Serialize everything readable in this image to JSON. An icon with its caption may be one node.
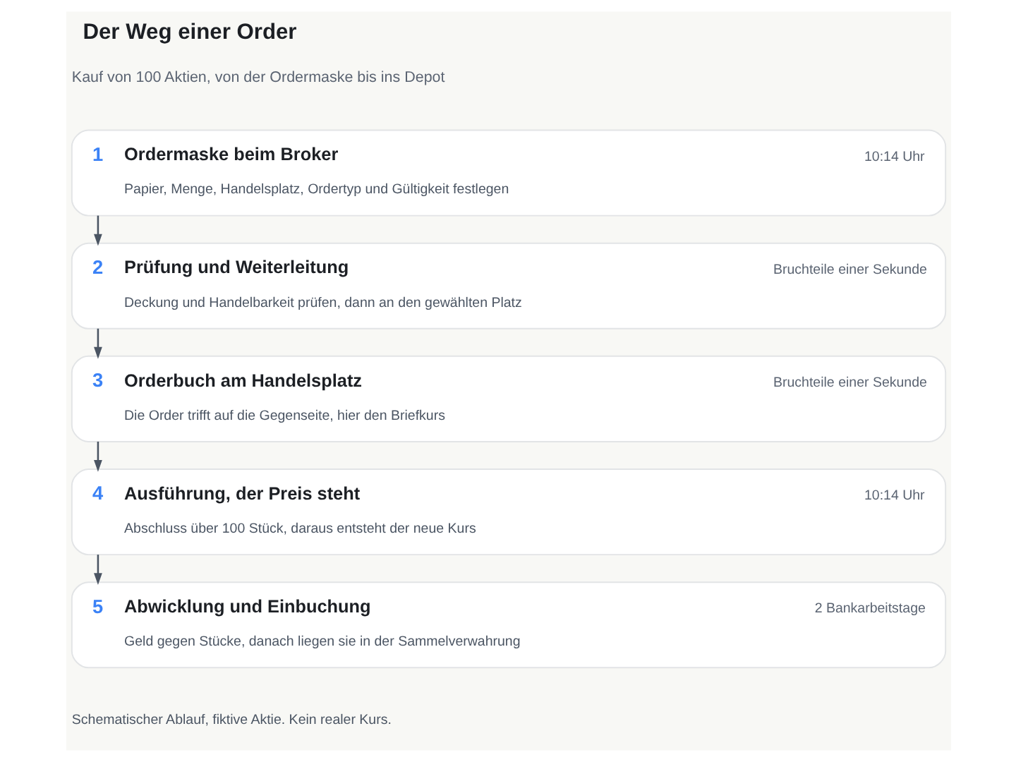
{
  "diagram": {
    "title": "Der Weg einer Order",
    "nodes": [
      {
        "text": [
          "1",
          "Ordermaske beim Broker",
          "10:14 Uhr",
          "Papier, Menge, Handelsplatz, Ordertyp und Gültigkeit festlegen"
        ]
      },
      {
        "text": [
          "2",
          "Prüfung und Weiterleitung",
          "Bruchteile einer Sekunde",
          "Deckung und Handelbarkeit prüfen, dann an den gewählten Platz"
        ]
      },
      {
        "text": [
          "3",
          "Orderbuch am Handelsplatz",
          "Bruchteile einer Sekunde",
          "Die Order trifft auf die Gegenseite, hier den Briefkurs"
        ]
      },
      {
        "text": [
          "4",
          "Ausführung, der Preis steht",
          "10:14 Uhr",
          "Abschluss über 100 Stück, daraus entsteht der neue Kurs"
        ]
      },
      {
        "text": [
          "5",
          "Abwicklung und Einbuchung",
          "2 Bankarbeitstage",
          "Geld gegen Stücke, danach liegen sie in der Sammelverwahrung"
        ]
      }
    ],
    "edges": [
      {
        "from": 0,
        "to": 1,
        "arrow": "to"
      },
      {
        "from": 1,
        "to": 2,
        "arrow": "to"
      },
      {
        "from": 2,
        "to": 3,
        "arrow": "to"
      },
      {
        "from": 3,
        "to": 4,
        "arrow": "to"
      }
    ],
    "labels": [
      "Kauf von 100 Aktien, von der Ordermaske bis ins Depot",
      "Schematischer Ablauf, fiktive Aktie. Kein realer Kurs."
    ]
  }
}
